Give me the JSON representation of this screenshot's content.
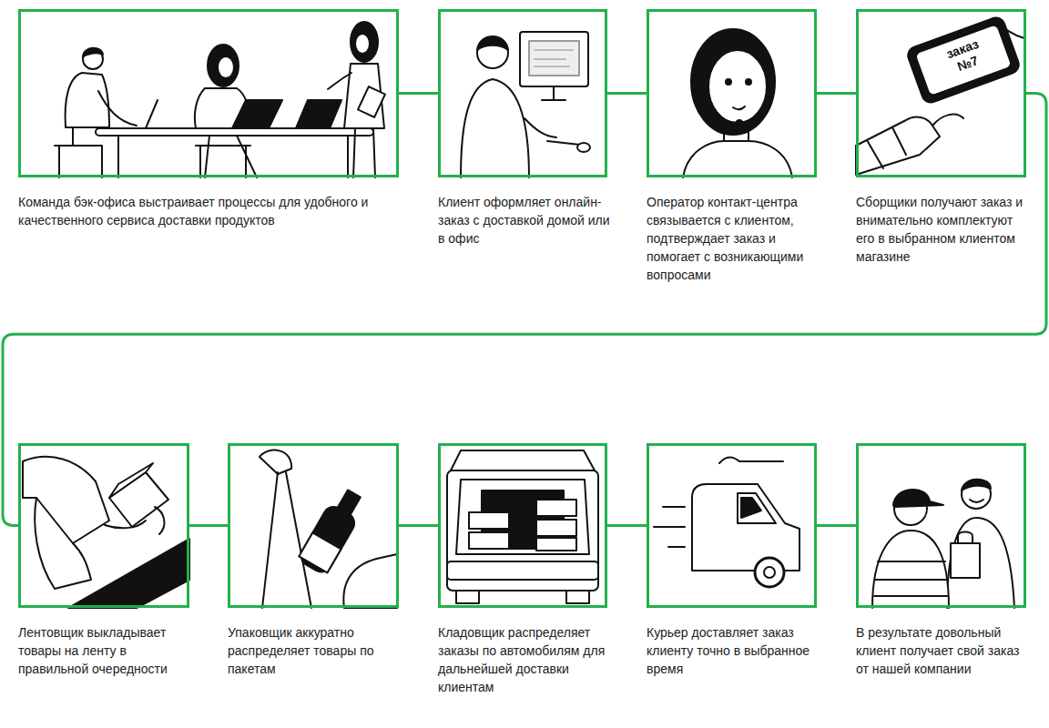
{
  "diagram": {
    "nodes": [
      {
        "text": [
          "Команда бэк-офиса выстраивает процессы для удобного и качественного сервиса доставки продуктов"
        ]
      },
      {
        "text": [
          "Клиент оформляет онлайн-заказ с доставкой домой или в офис"
        ]
      },
      {
        "text": [
          "Оператор контакт-центра связывается с клиентом, подтверждает заказ и помогает с возникающими вопросами"
        ]
      },
      {
        "text": [
          "Сборщики получают заказ и внимательно комплектуют его в выбранном клиентом магазине"
        ]
      },
      {
        "text": [
          "Лентовщик выкладывает товары на ленту в правильной очередности"
        ]
      },
      {
        "text": [
          "Упаковщик аккуратно распределяет товары по пакетам"
        ]
      },
      {
        "text": [
          "Кладовщик распределяет заказы по автомобилям для дальнейшей доставки клиентам"
        ]
      },
      {
        "text": [
          "Курьер доставляет заказ клиенту точно в выбранное время"
        ]
      },
      {
        "text": [
          "В результате довольный клиент получает свой заказ от нашей компании"
        ]
      }
    ],
    "edges": [
      {
        "from": 0,
        "to": 1,
        "arrow": "none"
      },
      {
        "from": 1,
        "to": 2,
        "arrow": "none"
      },
      {
        "from": 2,
        "to": 3,
        "arrow": "none"
      },
      {
        "from": 3,
        "to": 4,
        "arrow": "none"
      },
      {
        "from": 4,
        "to": 5,
        "arrow": "none"
      },
      {
        "from": 5,
        "to": 6,
        "arrow": "none"
      },
      {
        "from": 6,
        "to": 7,
        "arrow": "none"
      },
      {
        "from": 7,
        "to": 8,
        "arrow": "none"
      }
    ],
    "labels": [
      "заказ №7"
    ]
  }
}
